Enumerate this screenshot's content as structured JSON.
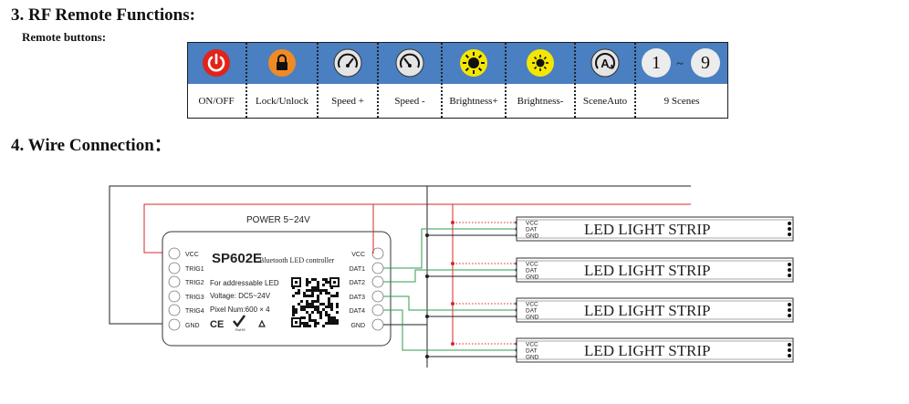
{
  "section3": {
    "title": "3.  RF Remote Functions:",
    "subtitle": "Remote buttons:"
  },
  "remote": {
    "buttons": [
      {
        "label": "ON/OFF",
        "icon": "power-icon"
      },
      {
        "label": "Lock/Unlock",
        "icon": "lock-icon"
      },
      {
        "label": "Speed +",
        "icon": "speed-up-icon"
      },
      {
        "label": "Speed -",
        "icon": "speed-down-icon"
      },
      {
        "label": "Brightness+",
        "icon": "brightness-up-icon"
      },
      {
        "label": "Brightness-",
        "icon": "brightness-down-icon"
      },
      {
        "label_line1": "Scene",
        "label_line2": "Auto",
        "icon": "auto-scene-icon"
      },
      {
        "label": "9 Scenes",
        "first": "1",
        "tilde": "~",
        "last": "9"
      }
    ],
    "colors": {
      "band": "#4a7fc1",
      "power": "#e2231a",
      "lock": "#f08a24",
      "sun": "#f5e600"
    }
  },
  "section4": {
    "title": "4. Wire Connection："
  },
  "controller": {
    "power_label": "POWER  5~24V",
    "model": "SP602E",
    "model_desc": "Bluetooth LED controller",
    "left_pins": [
      "VCC",
      "TRIG1",
      "TRIG2",
      "TRIG3",
      "TRIG4",
      "GND"
    ],
    "right_pins": [
      "VCC",
      "DAT1",
      "DAT2",
      "DAT3",
      "DAT4",
      "GND"
    ],
    "info_lines": [
      "For addressable LED",
      "Voltage: DC5~24V",
      "Pixel Num:600 × 4"
    ],
    "marks": [
      "CE",
      "RoHS"
    ]
  },
  "strips": {
    "label": "LED  LIGHT STRIP",
    "pins": [
      "VCC",
      "DAT",
      "GND"
    ],
    "count": 4
  },
  "wire_colors": {
    "vcc": "#d42a2a",
    "data": "#2f9e4f",
    "gnd": "#222222"
  }
}
